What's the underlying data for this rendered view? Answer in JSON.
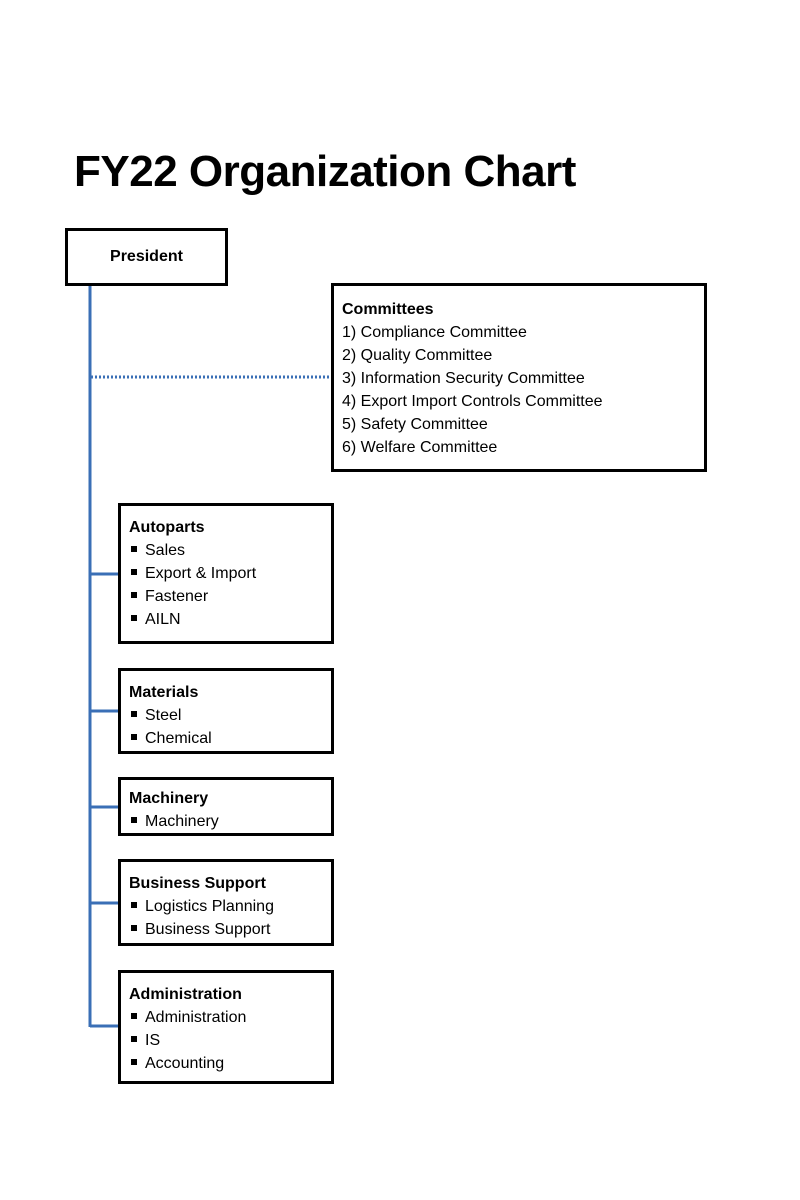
{
  "title": "FY22 Organization Chart",
  "colors": {
    "connector": "#3a6fb6",
    "box_border": "#000000",
    "text": "#000000",
    "background": "#ffffff"
  },
  "president": {
    "label": "President"
  },
  "committees": {
    "heading": "Committees",
    "items": [
      "1) Compliance Committee",
      "2) Quality Committee",
      "3) Information Security Committee",
      "4) Export Import Controls Committee",
      "5) Safety Committee",
      "6) Welfare Committee"
    ]
  },
  "divisions": [
    {
      "heading": "Autoparts",
      "items": [
        "Sales",
        "Export & Import",
        "Fastener",
        "AILN"
      ]
    },
    {
      "heading": "Materials",
      "items": [
        "Steel",
        "Chemical"
      ]
    },
    {
      "heading": "Machinery",
      "items": [
        "Machinery"
      ]
    },
    {
      "heading": "Business Support",
      "items": [
        "Logistics Planning",
        "Business Support"
      ]
    },
    {
      "heading": "Administration",
      "items": [
        "Administration",
        "IS",
        "Accounting"
      ]
    }
  ]
}
